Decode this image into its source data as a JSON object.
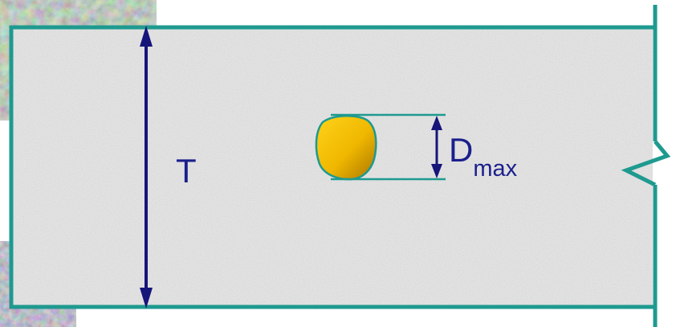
{
  "labels": {
    "thickness": "T",
    "dmax_main": "D",
    "dmax_sub": "max"
  },
  "colors": {
    "slab_border": "#1e9a8f",
    "dimension_arrow": "#16157a",
    "label_text": "#1a1f8c",
    "slab_fill": "#e3e3e3",
    "aggregate_fill": "#f0b800",
    "aggregate_outline": "#1e9a8f"
  }
}
